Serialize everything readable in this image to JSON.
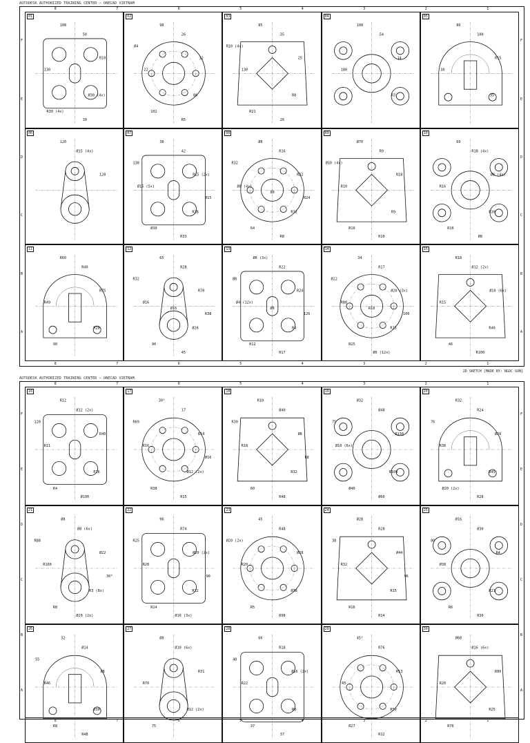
{
  "header": {
    "title": "AUTODESK AUTHORIZED TRAINING CENTER – ONECAD VIETNAM"
  },
  "footer": {
    "credit": "2D SKETCH [MADE BY: NGOC SON]"
  },
  "ruler": {
    "columns": [
      "8",
      "7",
      "6",
      "5",
      "4",
      "3",
      "2",
      "1"
    ],
    "rows_sheet1": [
      "F",
      "E",
      "D",
      "C",
      "B",
      "A"
    ],
    "rows_sheet2": [
      "F",
      "E",
      "D",
      "C",
      "B",
      "A"
    ]
  },
  "sheet1": {
    "cells": [
      {
        "num": "01",
        "labels": [
          "108",
          "50",
          "R10",
          "130",
          "Ø30 (4x)",
          "R30 (4x)",
          "30"
        ]
      },
      {
        "num": "02",
        "labels": [
          "98",
          "26",
          "12",
          "22",
          "80",
          "102",
          "R5",
          "Ø4"
        ]
      },
      {
        "num": "03",
        "labels": [
          "85",
          "35",
          "25",
          "130",
          "R8",
          "R21",
          "26",
          "R10 (4x)"
        ]
      },
      {
        "num": "04",
        "labels": [
          "108",
          "54",
          "14",
          "180",
          "R3"
        ]
      },
      {
        "num": "05",
        "labels": [
          "80",
          "100",
          "R15",
          "30",
          "35"
        ]
      },
      {
        "num": "06",
        "labels": [
          "120",
          "Ø15 (4x)",
          "120"
        ]
      },
      {
        "num": "07",
        "labels": [
          "38",
          "42",
          "R15 (2x)",
          "Ø15 (5x)",
          "R38",
          "Ø30",
          "R33",
          "138",
          "Ø15"
        ]
      },
      {
        "num": "08",
        "labels": [
          "Ø8",
          "R16",
          "R32",
          "Ø8 (4x)",
          "R32",
          "64",
          "R8",
          "R32",
          "R24",
          "80"
        ]
      },
      {
        "num": "09",
        "labels": [
          "Ø70",
          "R9",
          "R18",
          "R10",
          "R9",
          "R10",
          "R10",
          "Ø10 (4x)"
        ]
      },
      {
        "num": "10",
        "labels": [
          "60",
          "R18 (4x)",
          "Ø8 (4x)",
          "R16",
          "R30",
          "R16",
          "Ø8"
        ]
      },
      {
        "num": "11",
        "labels": [
          "R60",
          "R40",
          "R75",
          "R49",
          "R20",
          "90"
        ]
      },
      {
        "num": "12",
        "labels": [
          "65",
          "R28",
          "R70",
          "Ø16",
          "Ø26",
          "90",
          "45",
          "R32",
          "R38",
          "Ø16"
        ]
      },
      {
        "num": "13",
        "labels": [
          "Ø6 (3x)",
          "R22",
          "R24",
          "Ø4 (12x)",
          "R4",
          "R12",
          "R17",
          "Ø8",
          "126",
          "Ø8"
        ]
      },
      {
        "num": "14",
        "labels": [
          "34",
          "R17",
          "Ø20 (3x)",
          "R88",
          "R15",
          "R25",
          "Ø6 (12x)",
          "Ø22",
          "100",
          "R18"
        ]
      },
      {
        "num": "15",
        "labels": [
          "R18",
          "Ø12 (2x)",
          "Ø10 (6x)",
          "R15",
          "R40",
          "46",
          "R100"
        ]
      }
    ]
  },
  "sheet2": {
    "cells": [
      {
        "num": "16",
        "labels": [
          "R12",
          "Ø12 (2x)",
          "R40",
          "R11",
          "R16",
          "R4",
          "Ø100",
          "120"
        ]
      },
      {
        "num": "17",
        "labels": [
          "30°",
          "17",
          "R14",
          "R16",
          "Ø12 (2x)",
          "R38",
          "R15",
          "R69",
          "Ø16"
        ]
      },
      {
        "num": "18",
        "labels": [
          "R10",
          "Ø40",
          "Ø8",
          "R18",
          "R32",
          "60",
          "R48",
          "R30",
          "R8"
        ]
      },
      {
        "num": "19",
        "labels": [
          "Ø32",
          "Ø48",
          "R130",
          "Ø10 (6x)",
          "R100",
          "Ø40",
          "Ø60",
          "75"
        ]
      },
      {
        "num": "20",
        "labels": [
          "R32",
          "R24",
          "Ø26",
          "R38",
          "R45",
          "Ø20 (2x)",
          "R28",
          "76"
        ]
      },
      {
        "num": "21",
        "labels": [
          "Ø8",
          "Ø8 (6x)",
          "Ø22",
          "R160",
          "R3 (8x)",
          "R8",
          "Ø20 (2x)",
          "R88",
          "30°"
        ]
      },
      {
        "num": "22",
        "labels": [
          "96",
          "R74",
          "Ø20 (2x)",
          "R28",
          "R12",
          "R14",
          "Ø16 (3x)",
          "R25",
          "90"
        ]
      },
      {
        "num": "23",
        "labels": [
          "45",
          "R48",
          "Ø28",
          "R20",
          "Ø38",
          "R5",
          "R98",
          "Ø20 (2x)"
        ]
      },
      {
        "num": "24",
        "labels": [
          "Ø28",
          "R28",
          "Ø44",
          "R32",
          "R15",
          "R16",
          "R14",
          "38",
          "96"
        ]
      },
      {
        "num": "25",
        "labels": [
          "Ø16",
          "Ø30",
          "R4",
          "Ø38",
          "R21",
          "R6",
          "R30",
          "80"
        ]
      },
      {
        "num": "26",
        "labels": [
          "32",
          "Ø14",
          "Ø8",
          "R46",
          "Ø30",
          "R8",
          "R48",
          "55"
        ]
      },
      {
        "num": "27",
        "labels": [
          "Ø8",
          "Ø10 (6x)",
          "R31",
          "R70",
          "Ø12 (2x)",
          "75"
        ]
      },
      {
        "num": "28",
        "labels": [
          "66",
          "R18",
          "Ø16 (2x)",
          "R22",
          "R8",
          "37",
          "37",
          "48"
        ]
      },
      {
        "num": "29",
        "labels": [
          "45°",
          "R76",
          "R13",
          "R5",
          "R50",
          "R27",
          "R12"
        ]
      },
      {
        "num": "30",
        "labels": [
          "Ø60",
          "Ø16 (6x)",
          "R80",
          "R20",
          "R25",
          "R76"
        ]
      }
    ]
  }
}
